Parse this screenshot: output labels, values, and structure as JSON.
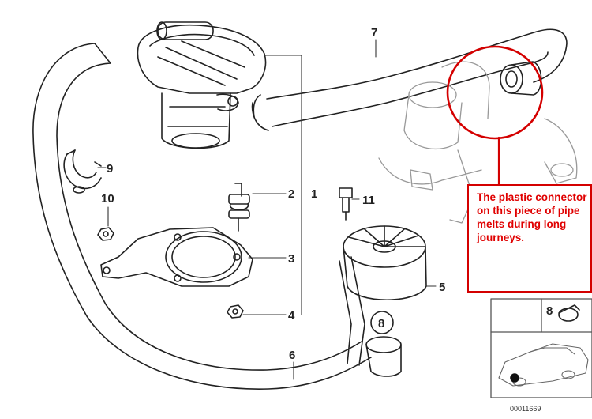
{
  "diagram": {
    "part_numbers": {
      "n1": "1",
      "n2": "2",
      "n3": "3",
      "n4": "4",
      "n5": "5",
      "n6": "6",
      "n7": "7",
      "n8_inset": "8",
      "n8_circle": "8",
      "n9": "9",
      "n10": "10",
      "n11": "11"
    },
    "drawing_number": "00011669"
  },
  "annotation": {
    "text": "The plastic connector on this piece of pipe melts during long journeys.",
    "color": "#e00000"
  }
}
